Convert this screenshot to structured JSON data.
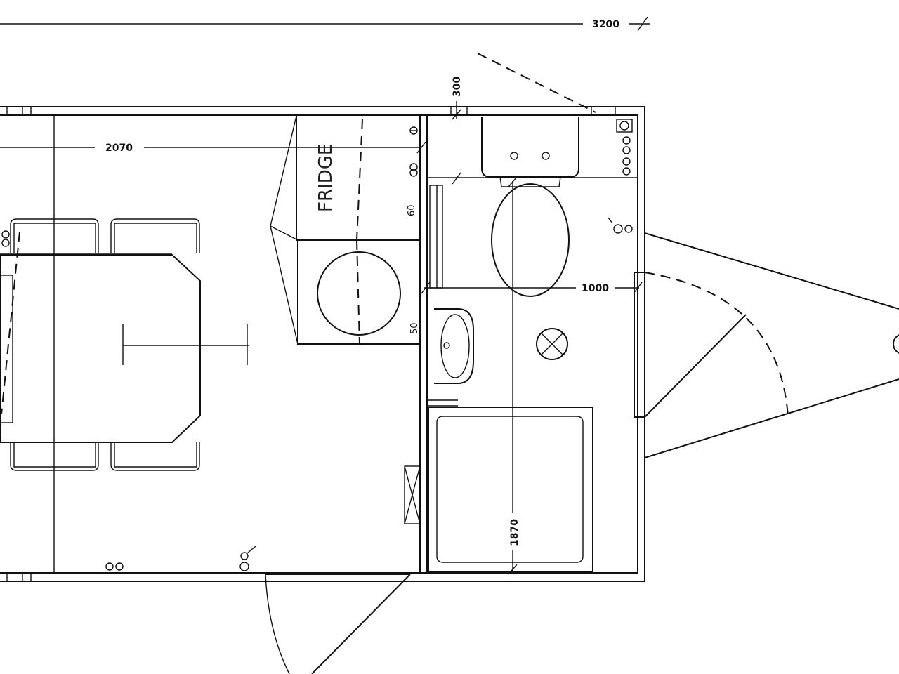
{
  "dimensions": {
    "overall_length": "3200",
    "living_span": "2070",
    "door_clearance": "300",
    "bathroom_width": "1000",
    "bathroom_length": "1870",
    "small_a": "60",
    "small_b": "50"
  },
  "labels": {
    "fridge": "FRIDGE"
  },
  "colors": {
    "line": "#111111",
    "background": "#ffffff"
  },
  "icons": [
    "door-swing",
    "tow-hitch",
    "toilet",
    "basin",
    "shower-tray",
    "floor-drain",
    "electrical-socket",
    "light-switch",
    "dining-table",
    "chair",
    "washing-machine",
    "ventilation-grille"
  ]
}
